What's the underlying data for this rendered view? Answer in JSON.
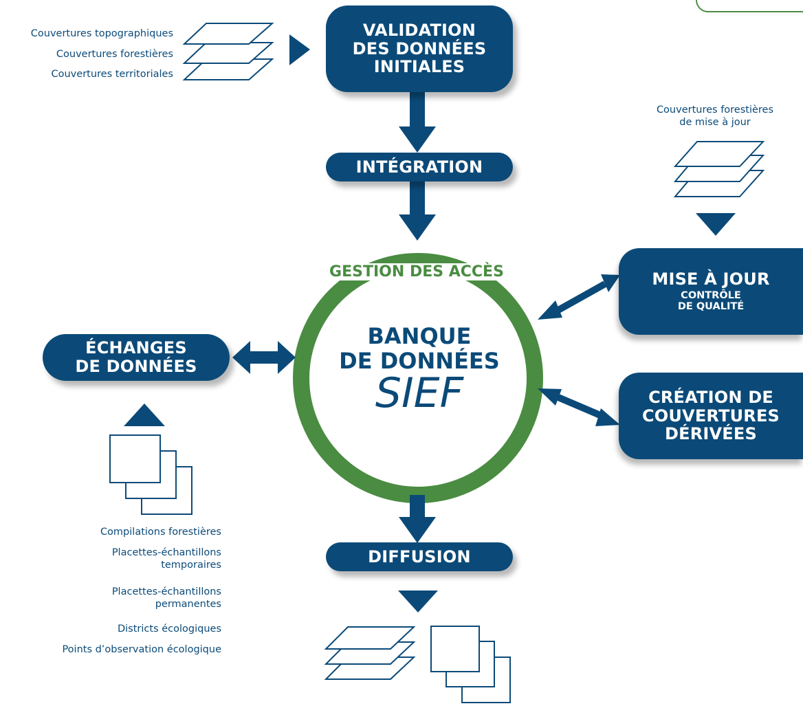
{
  "validation": {
    "line1": "VALIDATION",
    "line2": "DES DONNÉES",
    "line3": "INITIALES"
  },
  "integration": {
    "label": "INTÉGRATION"
  },
  "diffusion": {
    "label": "DIFFUSION"
  },
  "echanges": {
    "line1": "ÉCHANGES",
    "line2": "DE DONNÉES"
  },
  "mise_a_jour": {
    "title": "MISE À JOUR",
    "sub1": "CONTRÔLE",
    "sub2": "DE QUALITÉ"
  },
  "creation": {
    "line1": "CRÉATION DE",
    "line2": "COUVERTURES",
    "line3": "DÉRIVÉES"
  },
  "center": {
    "access": "GESTION DES ACCÈS",
    "line1": "BANQUE",
    "line2": "DE DONNÉES",
    "name": "SIEF"
  },
  "inputs_top_left": [
    "Couvertures topographiques",
    "Couvertures forestières",
    "Couvertures territoriales"
  ],
  "inputs_right": {
    "line1": "Couvertures forestières",
    "line2": "de mise à jour"
  },
  "inputs_bottom_left": [
    {
      "line1": "Compilations forestières",
      "line2": ""
    },
    {
      "line1": "Placettes-échantillons",
      "line2": "temporaires"
    },
    {
      "line1": "Placettes-échantillons",
      "line2": "permanentes"
    },
    {
      "line1": "Districts écologiques",
      "line2": ""
    },
    {
      "line1": "Points d’observation écologique",
      "line2": ""
    }
  ],
  "colors": {
    "navy": "#0b4a78",
    "green": "#4a8c42",
    "white": "#ffffff"
  },
  "icons": [
    "layers-icon",
    "documents-icon",
    "triangle-arrow-icon",
    "double-arrow-icon"
  ]
}
